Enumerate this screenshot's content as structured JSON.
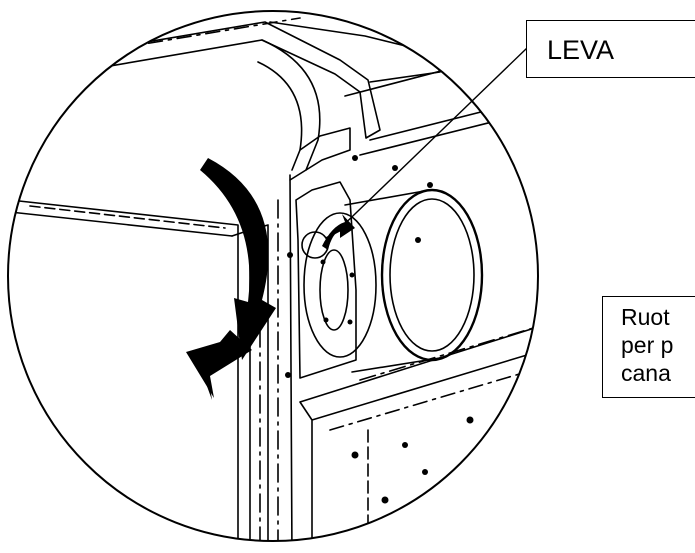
{
  "callouts": {
    "leva": "LEVA",
    "note_lines": [
      "Ruot",
      "per p",
      "cana"
    ]
  },
  "icons": {
    "rotation_arrow": "curved-arrow-icon",
    "lever_arrow": "arrow-icon"
  },
  "colors": {
    "line": "#000000",
    "background": "#ffffff"
  }
}
